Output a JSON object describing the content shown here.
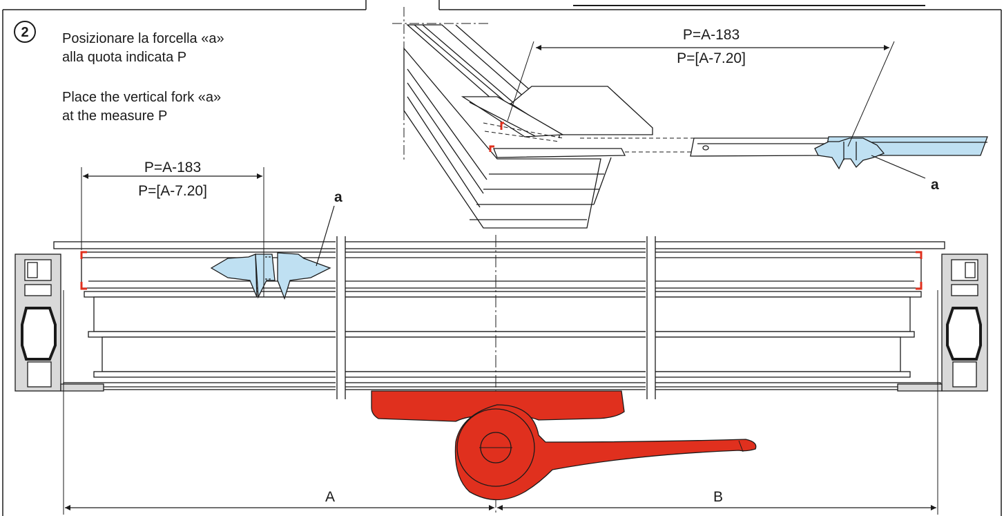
{
  "step": {
    "number": "2"
  },
  "instructions": {
    "it_line1": "Posizionare la forcella «a»",
    "it_line2": "alla quota indicata P",
    "en_line1": "Place the vertical fork «a»",
    "en_line2": "at the measure P"
  },
  "dimensions": {
    "p_mm": "P=A-183",
    "p_inch": "P=[A-7.20]",
    "a_label": "A",
    "b_label": "B"
  },
  "labels": {
    "fork_main": "a",
    "fork_detail": "a"
  },
  "colors": {
    "handle": "#e0301e",
    "fork": "#bfe0f2",
    "profile": "#d9d9d9",
    "line": "#1a1a1a",
    "gasket": "#e0301e"
  }
}
